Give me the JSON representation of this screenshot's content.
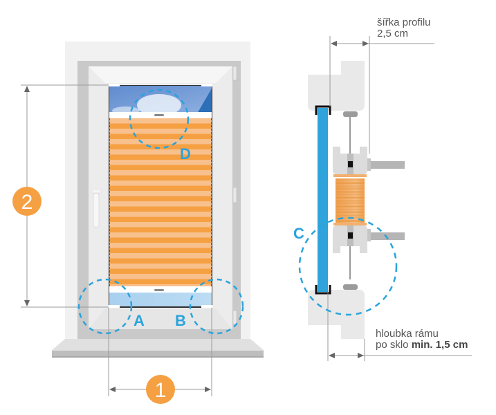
{
  "front_view": {
    "markers": {
      "width_number": "1",
      "height_number": "2"
    },
    "detail_labels": {
      "a": "A",
      "b": "B",
      "d": "D"
    }
  },
  "side_view": {
    "detail_labels": {
      "c": "C"
    },
    "profile_width": {
      "line1": "šířka profilu",
      "line2": "2,5 cm"
    },
    "frame_depth": {
      "line1": "hloubka rámu",
      "line2_prefix": "po sklo ",
      "line2_bold": "min. 1,5 cm"
    }
  },
  "colors": {
    "accent_orange": "#f5a043",
    "pleat_light": "#f8c08c",
    "detail_blue": "#2aa3dc",
    "glass_blue": "#2fa3dc",
    "frame_gray": "#cfcfcf",
    "dimension_line": "#9a9a9a"
  }
}
